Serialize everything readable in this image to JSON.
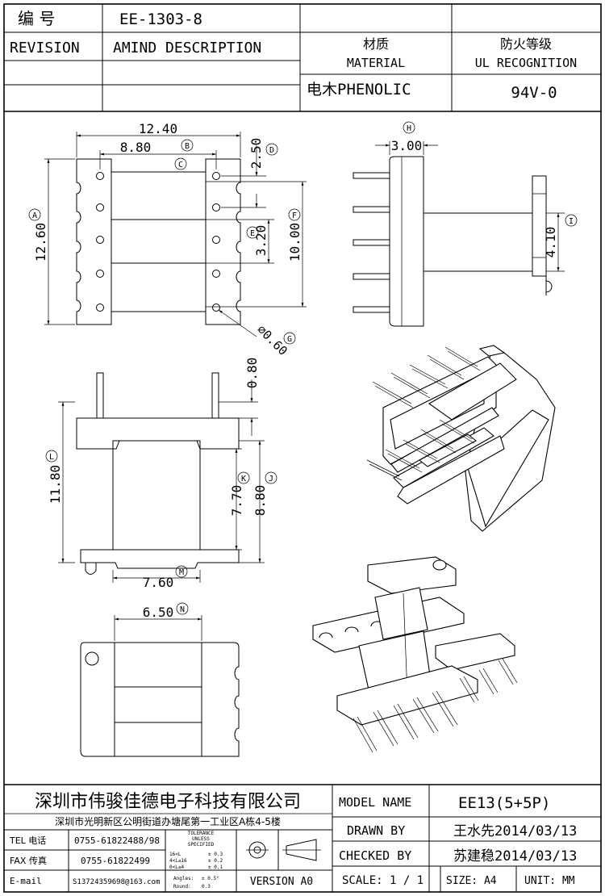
{
  "header": {
    "code_label": "编 号",
    "code_value": "EE-1303-8",
    "revision_label": "REVISION",
    "amend_label": "AMIND DESCRIPTION",
    "material_cn": "材质",
    "material_en": "MATERIAL",
    "material_value": "电木PHENOLIC",
    "ul_cn": "防火等级",
    "ul_en": "UL RECOGNITION",
    "ul_value": "94V-0"
  },
  "top_view": {
    "dim_width_outer": "12.40",
    "dim_width_inner": "8.80",
    "dim_pin_pitch": "2.50",
    "dim_height_outer": "12.60",
    "dim_rows_span": "3.20",
    "dim_height_inner": "10.00",
    "dim_hole": "∅0.60",
    "callouts": [
      "A",
      "B",
      "C",
      "D",
      "E",
      "F",
      "G"
    ]
  },
  "side_view": {
    "dim_thickness": "3.00",
    "dim_offset": "4.10",
    "callouts": [
      "H",
      "I"
    ]
  },
  "front_view": {
    "dim_pin_top": "0.80",
    "dim_total_height": "11.80",
    "dim_body_height_1": "7.70",
    "dim_body_height_2": "8.80",
    "dim_base_width": "7.60",
    "callouts": [
      "L",
      "K",
      "J",
      "M"
    ]
  },
  "bottom_view": {
    "dim_width": "6.50",
    "callouts": [
      "N"
    ]
  },
  "title_block": {
    "company_name": "深圳市伟骏佳德电子科技有限公司",
    "company_address": "深圳市光明新区公明街道办塘尾第一工业区A栋4-5楼",
    "tel_label": "TEL 电话",
    "tel_value": "0755-61822488/98",
    "fax_label": "FAX 传真",
    "fax_value": "0755-61822499",
    "email_label": "E-mail",
    "email_value": "S13724359698@163.com",
    "tolerance_title": [
      "TOLERANCE",
      "UNLESS",
      "SPECIFIED"
    ],
    "tolerance_rows": [
      {
        "range": "16<L",
        "tol": "± 0.3"
      },
      {
        "range": "4<L≤16",
        "tol": "± 0.2"
      },
      {
        "range": "0<L≤4",
        "tol": "± 0.1"
      },
      {
        "range": "Angles:",
        "tol": "± 0.5°"
      },
      {
        "range": "Round:",
        "tol": "0.3"
      }
    ],
    "version": "VERSION A0",
    "model_label": "MODEL NAME",
    "model_value": "EE13(5+5P)",
    "drawn_label": "DRAWN BY",
    "drawn_value": "王水先2014/03/13",
    "checked_label": "CHECKED BY",
    "checked_value": "苏建稳2014/03/13",
    "scale": "SCALE: 1 / 1",
    "size": "SIZE: A4",
    "unit": "UNIT: MM"
  }
}
